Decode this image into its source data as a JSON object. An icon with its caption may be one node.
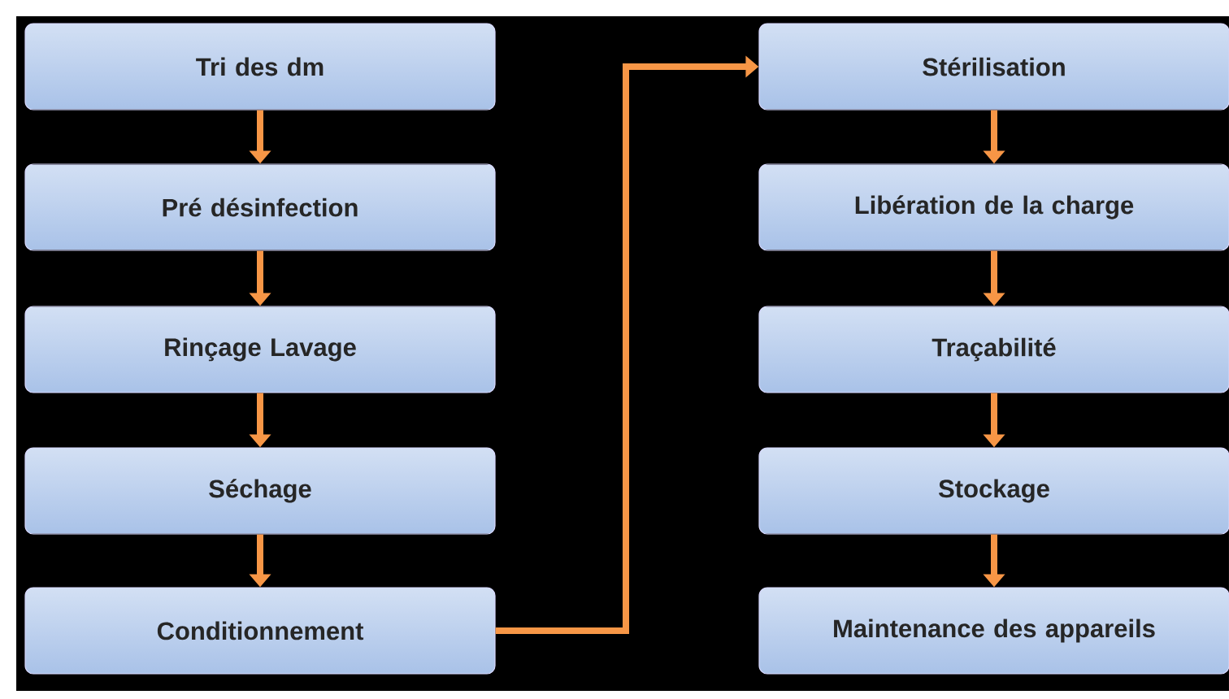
{
  "diagram": {
    "nodes": [
      {
        "text": [
          "Tri des dm"
        ]
      },
      {
        "text": [
          "Pré désinfection"
        ]
      },
      {
        "text": [
          "Rinçage Lavage"
        ]
      },
      {
        "text": [
          "Séchage"
        ]
      },
      {
        "text": [
          "Conditionnement"
        ]
      },
      {
        "text": [
          "Stérilisation"
        ]
      },
      {
        "text": [
          "Libération de la charge"
        ]
      },
      {
        "text": [
          "Traçabilité"
        ]
      },
      {
        "text": [
          "Stockage"
        ]
      },
      {
        "text": [
          "Maintenance des appareils"
        ]
      }
    ],
    "edges": [
      {
        "from": 0,
        "to": 1,
        "arrow": "to"
      },
      {
        "from": 1,
        "to": 2,
        "arrow": "to"
      },
      {
        "from": 2,
        "to": 3,
        "arrow": "to"
      },
      {
        "from": 3,
        "to": 4,
        "arrow": "to"
      },
      {
        "from": 4,
        "to": 5,
        "arrow": "to"
      },
      {
        "from": 5,
        "to": 6,
        "arrow": "to"
      },
      {
        "from": 6,
        "to": 7,
        "arrow": "to"
      },
      {
        "from": 7,
        "to": 8,
        "arrow": "to"
      },
      {
        "from": 8,
        "to": 9,
        "arrow": "to"
      }
    ]
  }
}
